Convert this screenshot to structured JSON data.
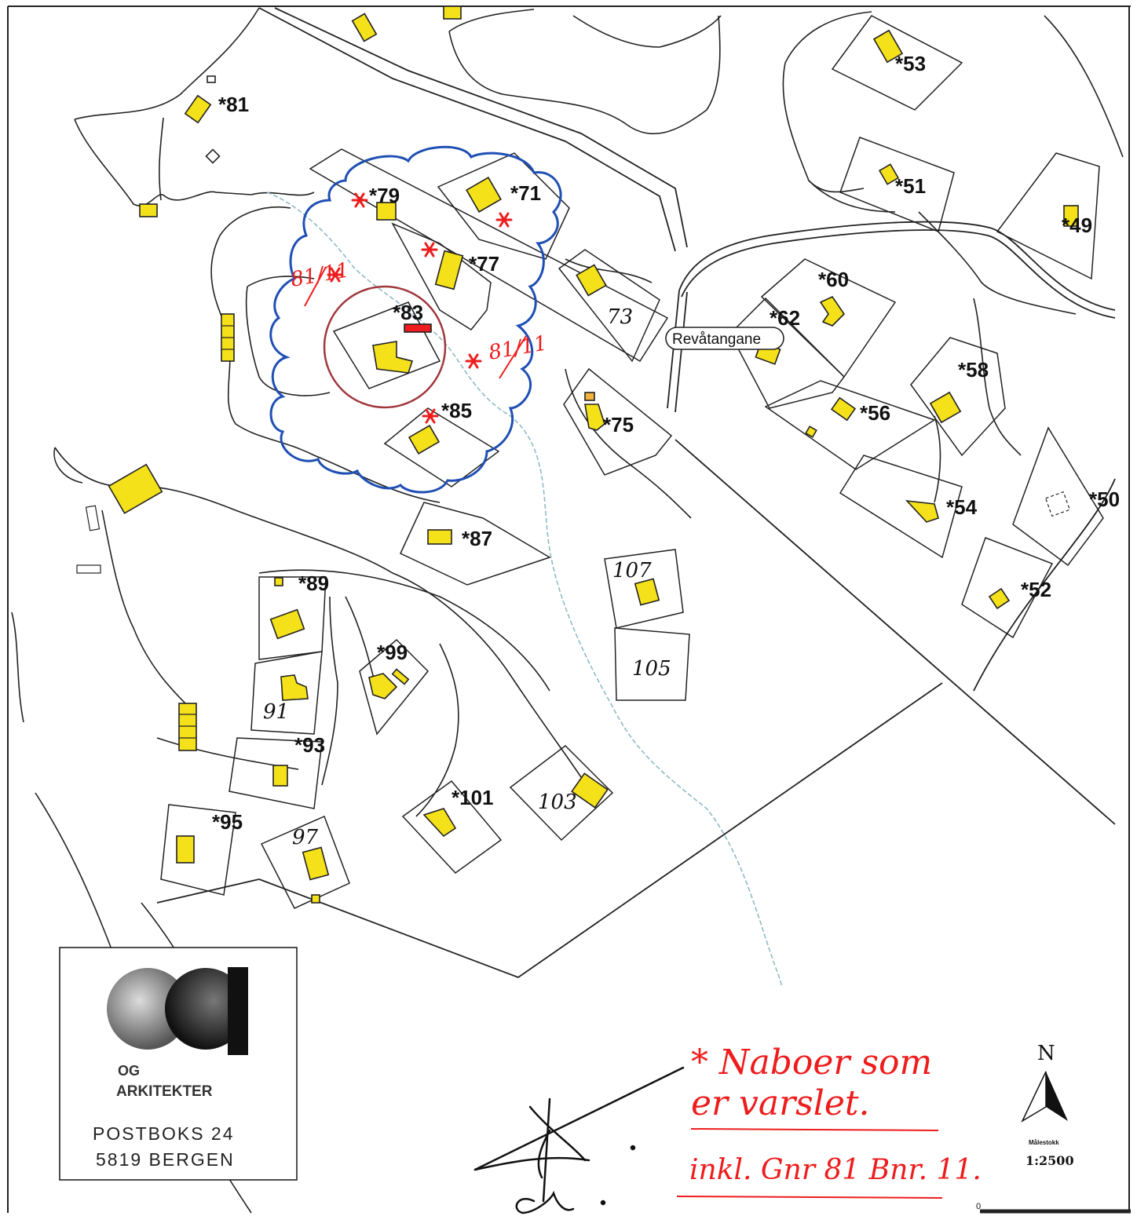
{
  "map": {
    "street_name": "Revåtangane",
    "plots": [
      {
        "id": "plot-53",
        "label": "*53"
      },
      {
        "id": "plot-51",
        "label": "*51"
      },
      {
        "id": "plot-49",
        "label": "*49"
      },
      {
        "id": "plot-81",
        "label": "*81"
      },
      {
        "id": "plot-79",
        "label": "*79"
      },
      {
        "id": "plot-71",
        "label": "*71"
      },
      {
        "id": "plot-77",
        "label": "*77"
      },
      {
        "id": "plot-83",
        "label": "*83"
      },
      {
        "id": "plot-73",
        "label": "73"
      },
      {
        "id": "plot-60",
        "label": "*60"
      },
      {
        "id": "plot-62",
        "label": "*62"
      },
      {
        "id": "plot-58",
        "label": "*58"
      },
      {
        "id": "plot-56",
        "label": "*56"
      },
      {
        "id": "plot-85",
        "label": "*85"
      },
      {
        "id": "plot-75",
        "label": "*75"
      },
      {
        "id": "plot-54",
        "label": "*54"
      },
      {
        "id": "plot-50",
        "label": "*50"
      },
      {
        "id": "plot-87",
        "label": "*87"
      },
      {
        "id": "plot-107",
        "label": "107"
      },
      {
        "id": "plot-52",
        "label": "*52"
      },
      {
        "id": "plot-89",
        "label": "*89"
      },
      {
        "id": "plot-99",
        "label": "*99"
      },
      {
        "id": "plot-105",
        "label": "105"
      },
      {
        "id": "plot-91",
        "label": "91"
      },
      {
        "id": "plot-93",
        "label": "*93"
      },
      {
        "id": "plot-101",
        "label": "*101"
      },
      {
        "id": "plot-103",
        "label": "103"
      },
      {
        "id": "plot-95",
        "label": "*95"
      },
      {
        "id": "plot-97",
        "label": "97"
      }
    ],
    "annotations": {
      "parcel_ref_1": "81/11",
      "parcel_ref_2": "81/11",
      "note_line_1": "* Naboer som",
      "note_line_2": "er varslet.",
      "note_line_3": "inkl. Gnr 81 Bnr. 11."
    },
    "company": {
      "name_line_1": "OG",
      "name_line_2": "ARKITEKTER",
      "address_line_1": "POSTBOKS 24",
      "address_line_2": "5819 BERGEN"
    },
    "north_arrow": {
      "label": "N",
      "scale": "1:2500",
      "scale_caption": "Målestokk"
    },
    "scale_bar_zero": "0",
    "colors": {
      "building": "#f4e11a",
      "marker_red": "#ee1c1c",
      "cloud_blue": "#1f4fb4",
      "circle": "#a0383c",
      "stream": "#8fbac4",
      "note_red": "#ee1c1c"
    }
  }
}
